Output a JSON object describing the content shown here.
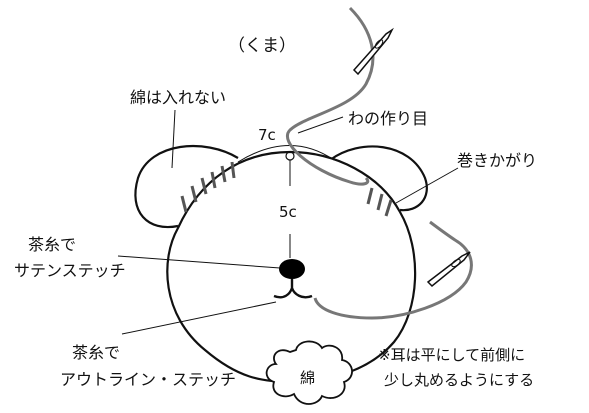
{
  "diagram": {
    "title": "（くま）",
    "labels": {
      "no_stuffing": "綿は入れない",
      "width": "7c",
      "height": "5c",
      "loop_knot": "わの作り目",
      "whipstitch": "巻きかがり",
      "satin_stitch_line1": "茶糸で",
      "satin_stitch_line2": "サテンステッチ",
      "outline_stitch_line1": "茶糸で",
      "outline_stitch_line2": "アウトライン・ステッチ",
      "cotton": "綿",
      "note_line1": "※耳は平にして前側に",
      "note_line2": "少し丸めるようにする"
    },
    "colors": {
      "outline": "#111111",
      "thread": "#777777",
      "stitch": "#555555",
      "nose": "#000000",
      "background": "#ffffff"
    }
  }
}
